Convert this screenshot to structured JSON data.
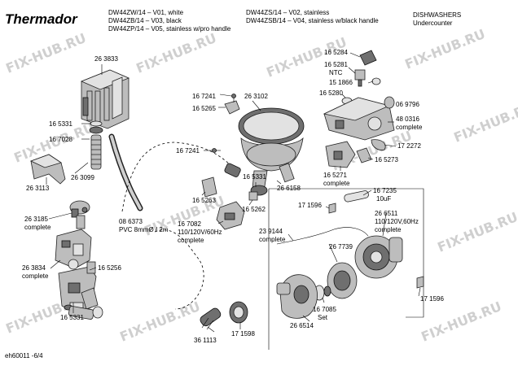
{
  "header": {
    "brand": "Thermador",
    "models_col1": [
      "DW44ZW/14 – V01, white",
      "DW44ZB/14 – V03, black",
      "DW44ZP/14 – V05, stainless w/pro handle"
    ],
    "models_col2": [
      "DW44ZS/14 – V02, stainless",
      "DW44ZSB/14 – V04, stainless w/black handle"
    ],
    "category": "DISHWASHERS",
    "subcategory": "Undercounter"
  },
  "watermark": "FIX-HUB.RU",
  "footer": {
    "doc_id": "eh60011 -6/4"
  },
  "parts": {
    "p263833": "26 3833",
    "p165331a": "16 5331",
    "p167028": "16 7028",
    "p263113": "26 3113",
    "p263099": "26 3099",
    "p263185": "26 3185",
    "p263185b": "complete",
    "p263834": "26 3834",
    "p263834b": "complete",
    "p165256": "16 5256",
    "p086373": "08 6373",
    "p086373b": "PVC 8mmØ / 2m",
    "p165331b": "16 5331",
    "p167241a": "16 7241",
    "p165265": "16 5265",
    "p263102": "26 3102",
    "p167241b": "16 7241",
    "p165331c": "16 5331",
    "p266158": "26 6158",
    "p165263": "16 5263",
    "p165262": "16 5262",
    "p167082": "16 7082",
    "p167082b": "110/120V/60Hz",
    "p167082c": "complete",
    "p165284": "16 5284",
    "p165281": "16 5281",
    "p165281b": "NTC",
    "p151866": "15 1866",
    "p165280": "16 5280",
    "p069796": "06 9796",
    "p480316": "48 0316",
    "p480316b": "complete",
    "p172272": "17 2272",
    "p165273": "16 5273",
    "p165271": "16 5271",
    "p165271b": "complete",
    "p171596a": "17 1596",
    "p167235": "16 7235",
    "p167235b": "10uF",
    "p266511": "26 6511",
    "p266511b": "110/120V,60Hz",
    "p266511c": "complete",
    "p239144": "23 9144",
    "p239144b": "complete",
    "p267739": "26 7739",
    "p167085": "16 7085",
    "p167085b": "Set",
    "p266514": "26 6514",
    "p171596b": "17 1596",
    "p171598": "17 1598",
    "p361113": "36 1113"
  }
}
